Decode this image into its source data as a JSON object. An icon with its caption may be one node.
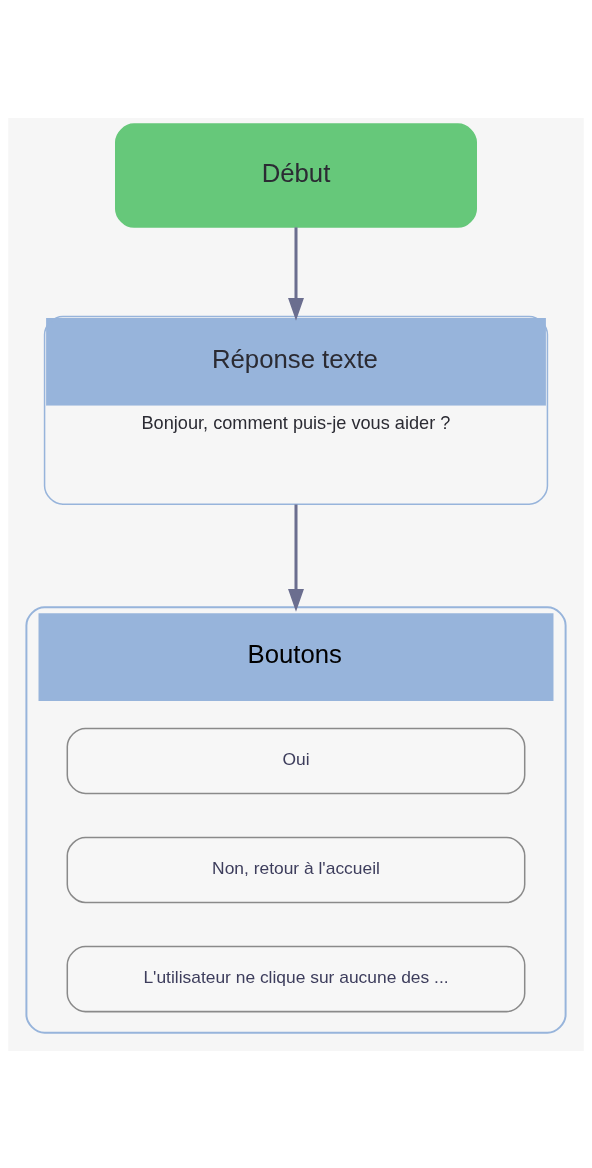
{
  "diagram": {
    "nodes": [
      {
        "text": [
          "Début"
        ]
      },
      {
        "text": [
          "Réponse texte",
          "Bonjour, comment puis-je vous aider ?"
        ]
      },
      {
        "text": [
          "Boutons"
        ]
      },
      {
        "text": [
          "Oui"
        ],
        "in": 2
      },
      {
        "text": [
          "Non, retour à l'accueil"
        ],
        "in": 2
      },
      {
        "text": [
          "L'utilisateur ne clique sur aucune des ..."
        ],
        "in": 2
      }
    ],
    "edges": [
      {
        "from": 0,
        "to": 1,
        "arrow": "to"
      },
      {
        "from": 1,
        "to": 2,
        "arrow": "to"
      }
    ]
  }
}
